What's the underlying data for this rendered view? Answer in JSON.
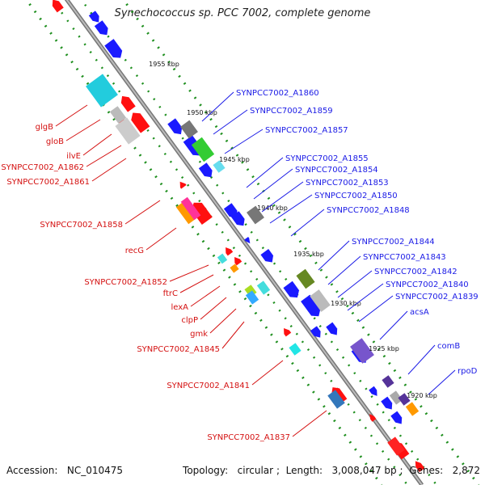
{
  "header": {
    "title": "Synechococcus sp. PCC 7002, complete genome"
  },
  "footer": {
    "accession_label": "Accession:",
    "accession": "NC_010475",
    "topology_label": "Topology:",
    "topology": "circular",
    "length_label": "Length:",
    "length": "3,008,047 bp",
    "genes_label": "Genes:",
    "genes": "2,872"
  },
  "colors": {
    "forward_strand": "#1a1aff",
    "reverse_strand": "#ff1010",
    "backbone": "#888888",
    "tick_line": "#1f8f1f",
    "label_forward": "#1a1ae6",
    "label_reverse": "#d41010"
  },
  "scale_ticks": [
    "1955 kbp",
    "1950 kbp",
    "1945 kbp",
    "1940 kbp",
    "1935 kbp",
    "1930 kbp",
    "1925 kbp",
    "1920 kbp"
  ],
  "forward_gene_labels": [
    "SYNPCC7002_A1860",
    "SYNPCC7002_A1859",
    "SYNPCC7002_A1857",
    "SYNPCC7002_A1855",
    "SYNPCC7002_A1854",
    "SYNPCC7002_A1853",
    "SYNPCC7002_A1850",
    "SYNPCC7002_A1848",
    "SYNPCC7002_A1844",
    "SYNPCC7002_A1843",
    "SYNPCC7002_A1842",
    "SYNPCC7002_A1840",
    "SYNPCC7002_A1839",
    "acsA",
    "comB",
    "rpoD"
  ],
  "reverse_gene_labels": [
    "glgB",
    "gloB",
    "ilvE",
    "SYNPCC7002_A1862",
    "SYNPCC7002_A1861",
    "SYNPCC7002_A1858",
    "recG",
    "SYNPCC7002_A1852",
    "ftrC",
    "lexA",
    "clpP",
    "gmk",
    "SYNPCC7002_A1845",
    "SYNPCC7002_A1841",
    "SYNPCC7002_A1837"
  ]
}
